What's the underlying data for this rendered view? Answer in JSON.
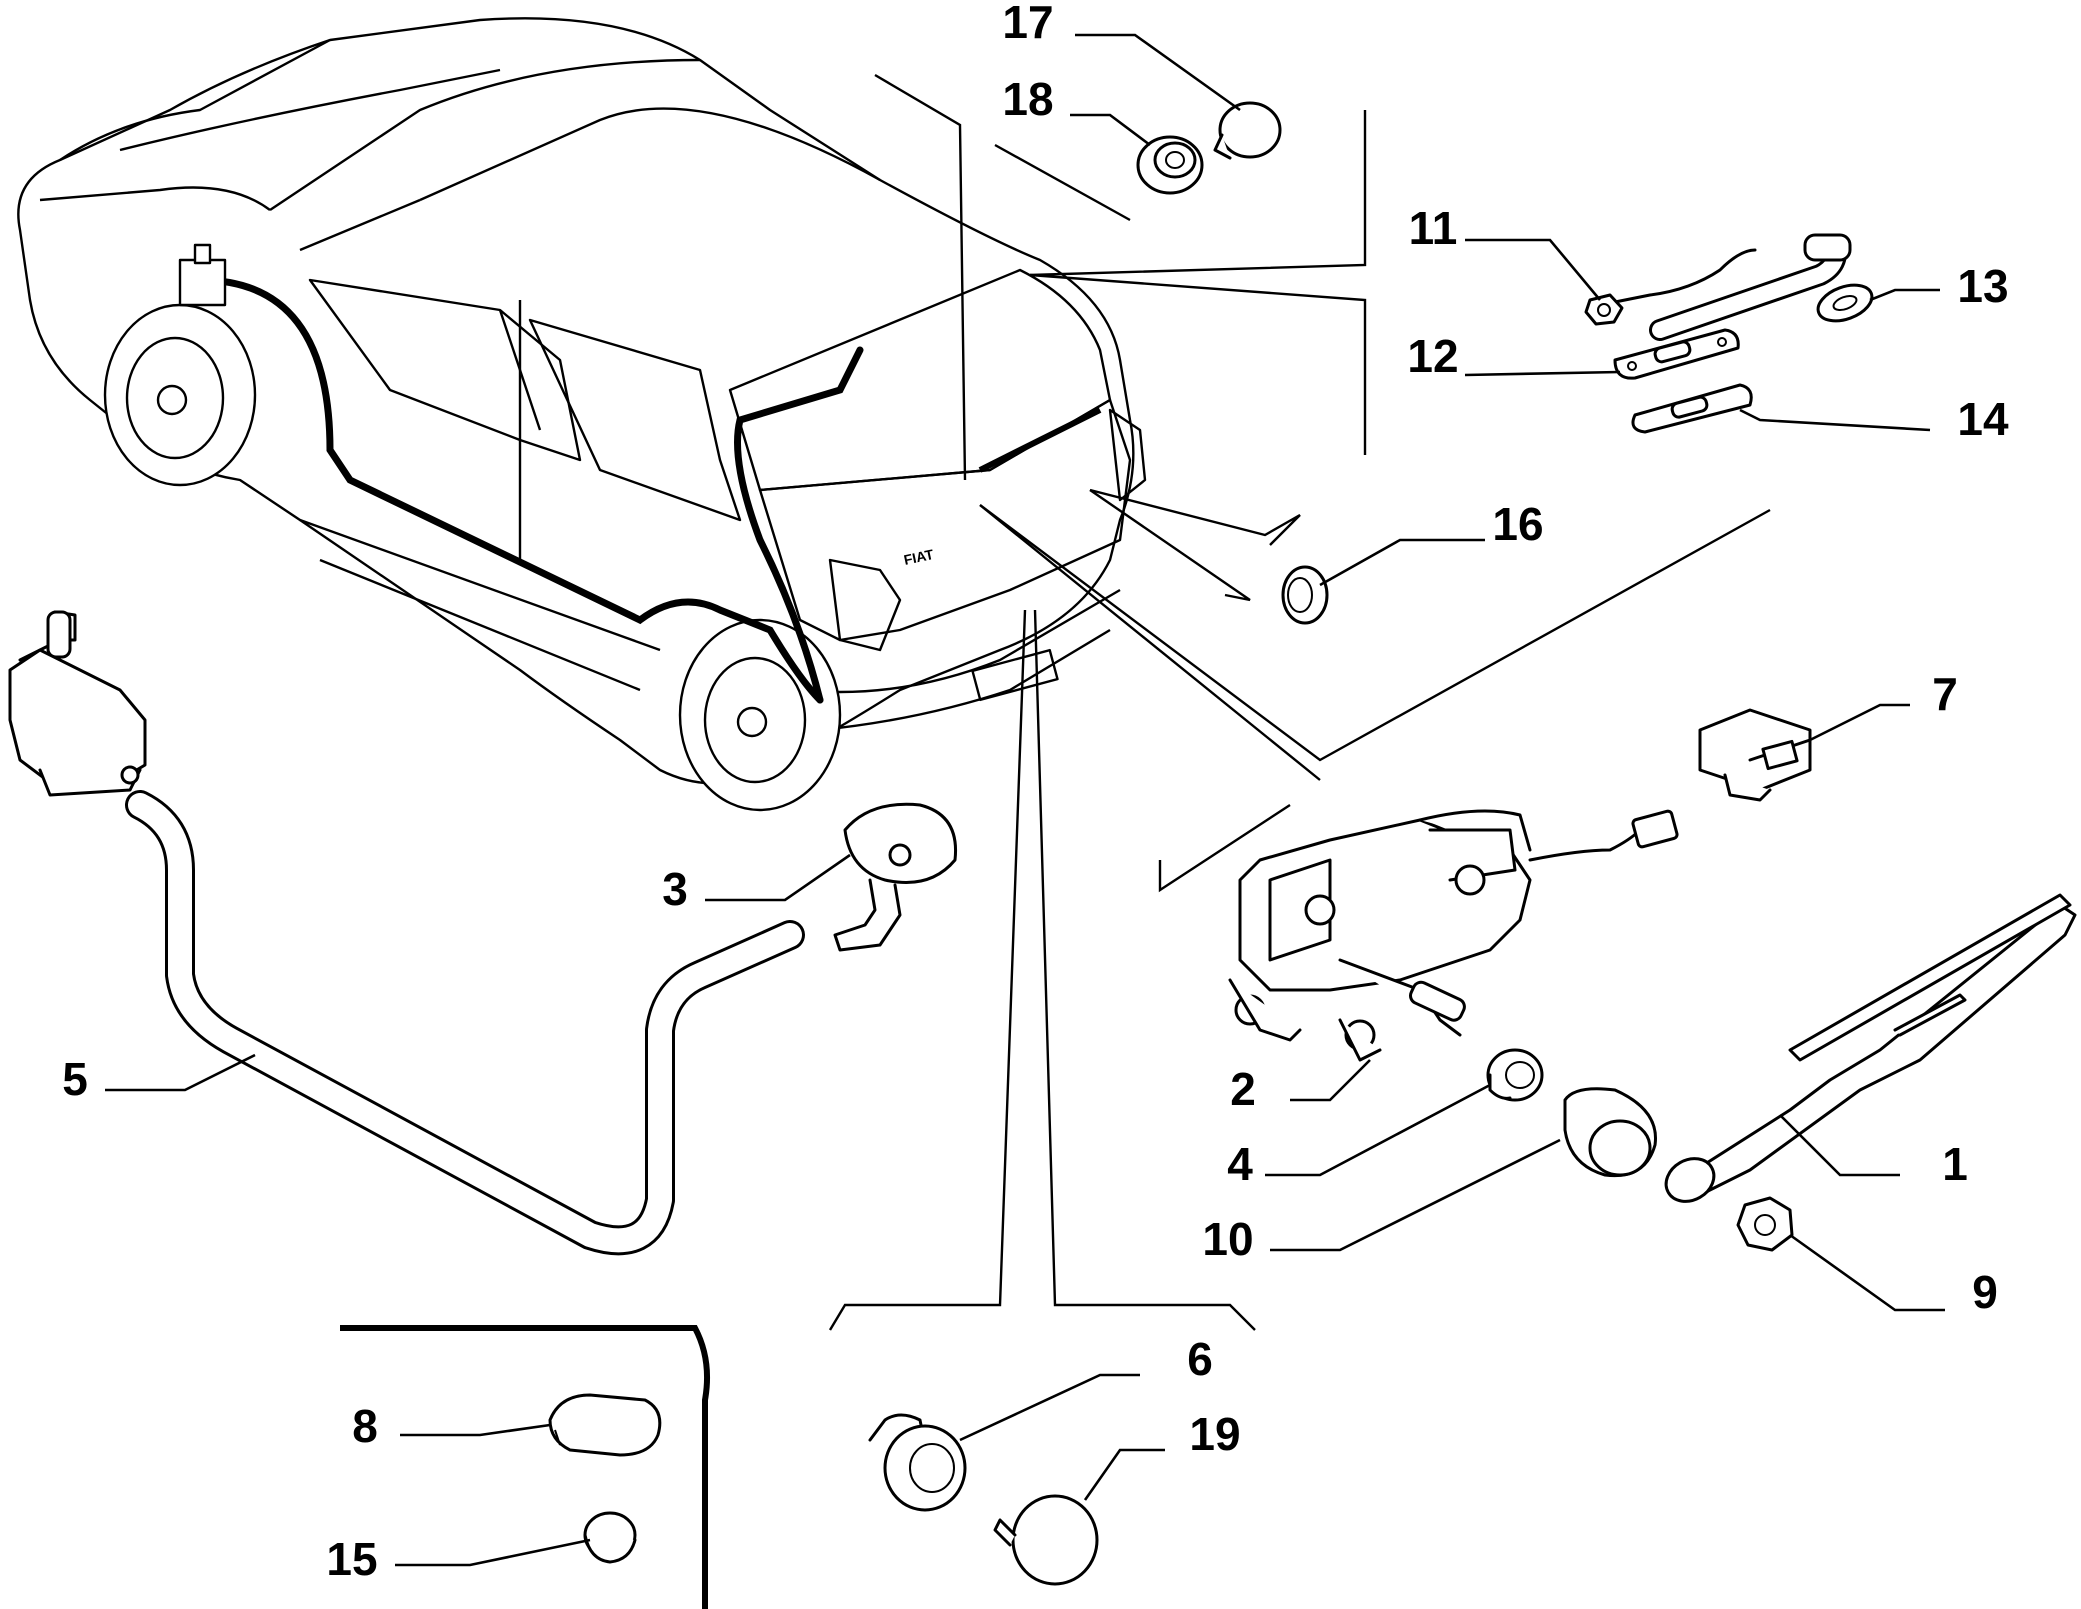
{
  "diagram": {
    "callouts": [
      {
        "id": "1",
        "label": "1"
      },
      {
        "id": "2",
        "label": "2"
      },
      {
        "id": "3",
        "label": "3"
      },
      {
        "id": "4",
        "label": "4"
      },
      {
        "id": "5",
        "label": "5"
      },
      {
        "id": "6",
        "label": "6"
      },
      {
        "id": "7",
        "label": "7"
      },
      {
        "id": "8",
        "label": "8"
      },
      {
        "id": "9",
        "label": "9"
      },
      {
        "id": "10",
        "label": "10"
      },
      {
        "id": "11",
        "label": "11"
      },
      {
        "id": "12",
        "label": "12"
      },
      {
        "id": "13",
        "label": "13"
      },
      {
        "id": "14",
        "label": "14"
      },
      {
        "id": "15",
        "label": "15"
      },
      {
        "id": "16",
        "label": "16"
      },
      {
        "id": "17",
        "label": "17"
      },
      {
        "id": "18",
        "label": "18"
      },
      {
        "id": "19",
        "label": "19"
      }
    ],
    "car_badge": "FIAT"
  }
}
